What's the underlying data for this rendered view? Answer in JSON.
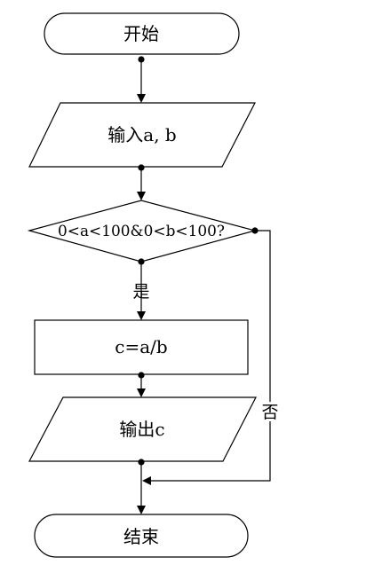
{
  "nodes": {
    "start": "开始",
    "input": "输入a, b",
    "decision": "0<a<100&0<b<100?",
    "process": "c=a/b",
    "output": "输出c",
    "end": "结束"
  },
  "edges": {
    "yes": "是",
    "no": "否"
  }
}
